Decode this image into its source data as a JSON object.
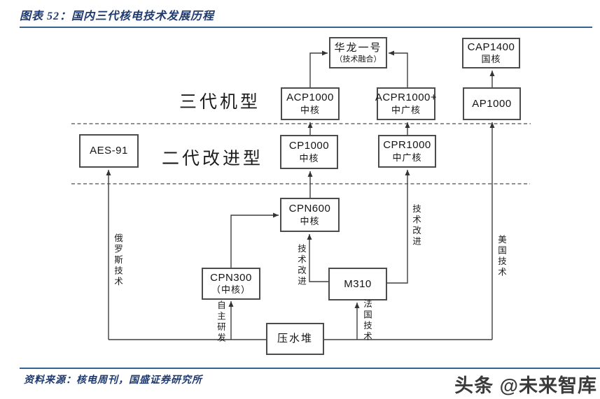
{
  "header": {
    "title": "图表 52：国内三代核电技术发展历程"
  },
  "diagram": {
    "tier_labels": {
      "gen3": "三代机型",
      "gen2": "二代改进型"
    },
    "boxes": {
      "hualong": {
        "line1": "华龙一号",
        "line2": "（技术融合）"
      },
      "cap1400": {
        "line1": "CAP1400",
        "line2": "国核"
      },
      "acp1000": {
        "line1": "ACP1000",
        "line2": "中核"
      },
      "acpr1000plus": {
        "line1": "ACPR1000+",
        "line2": "中广核"
      },
      "ap1000": {
        "line1": "AP1000"
      },
      "aes91": {
        "line1": "AES-91"
      },
      "cp1000": {
        "line1": "CP1000",
        "line2": "中核"
      },
      "cpr1000": {
        "line1": "CPR1000",
        "line2": "中广核"
      },
      "cpn600": {
        "line1": "CPN600",
        "line2": "中核"
      },
      "cpn300": {
        "line1": "CPN300",
        "line2": "（中核）"
      },
      "m310": {
        "line1": "M310"
      },
      "pwr": {
        "line1": "压水堆"
      }
    },
    "edge_labels": {
      "russia": "俄罗斯技术",
      "self_dev": "自主研发",
      "france": "法国技术",
      "tech_improve_left": "技术改进",
      "tech_improve_right": "技术改进",
      "usa": "美国技术"
    }
  },
  "footer": {
    "source": "资料来源：核电周刊，国盛证券研究所"
  },
  "watermark": {
    "text": "头条 @未来智库"
  },
  "colors": {
    "accent_blue": "#1f3a6e",
    "rule_blue": "#356293",
    "wire": "#3f3f3f",
    "dashed": "#808080"
  }
}
